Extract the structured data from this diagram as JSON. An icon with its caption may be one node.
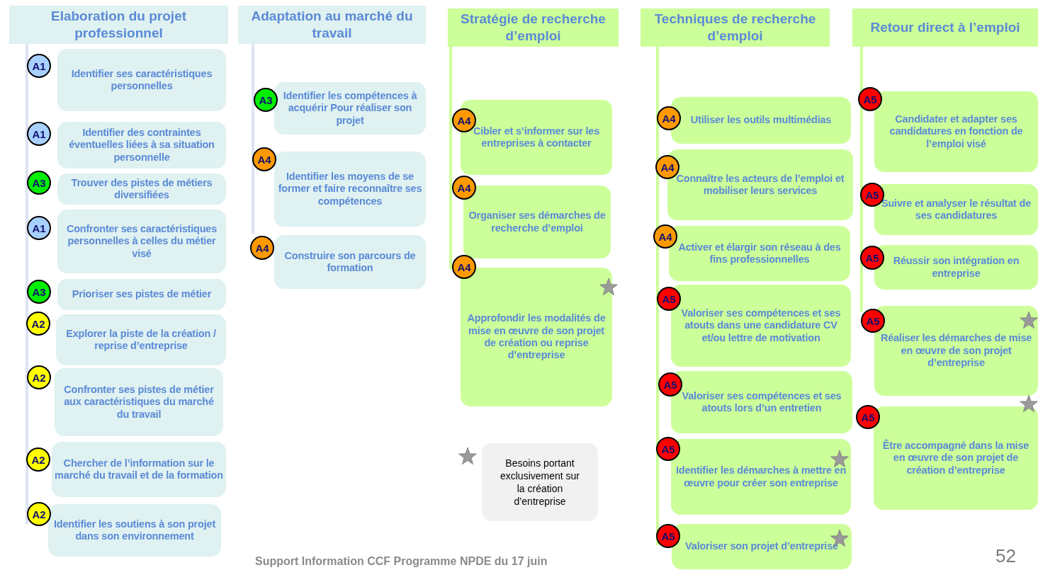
{
  "diagram": {
    "nodes": [
      {
        "text": [
          "Elaboration du projet professionnel"
        ]
      },
      {
        "text": [
          "Adaptation au marché du travail"
        ]
      },
      {
        "text": [
          "Stratégie de recherche d’emploi"
        ]
      },
      {
        "text": [
          "Techniques de recherche d’emploi"
        ]
      },
      {
        "text": [
          "Retour direct à l’emploi"
        ]
      },
      {
        "text": [
          "A1"
        ]
      },
      {
        "text": [
          "Identifier ses caractéristiques personnelles"
        ]
      },
      {
        "text": [
          "A1"
        ]
      },
      {
        "text": [
          "Identifier des contraintes éventuelles liées à sa situation personnelle"
        ]
      },
      {
        "text": [
          "A3"
        ]
      },
      {
        "text": [
          "Trouver des pistes de métiers diversifiées"
        ]
      },
      {
        "text": [
          "A1"
        ]
      },
      {
        "text": [
          "Confronter ses caractéristiques personnelles à celles du métier visé"
        ]
      },
      {
        "text": [
          "A3"
        ]
      },
      {
        "text": [
          "Prioriser ses pistes de métier"
        ]
      },
      {
        "text": [
          "A2"
        ]
      },
      {
        "text": [
          "Explorer la piste de la création / reprise d’entreprise"
        ]
      },
      {
        "text": [
          "A2"
        ]
      },
      {
        "text": [
          "Confronter ses pistes de métier aux caractéristiques du marché du travail"
        ]
      },
      {
        "text": [
          "A2"
        ]
      },
      {
        "text": [
          "Chercher de l’information sur le marché du travail et de la formation"
        ]
      },
      {
        "text": [
          "A2"
        ]
      },
      {
        "text": [
          "Identifier les soutiens à son projet dans son environnement"
        ]
      },
      {
        "text": [
          "A3"
        ]
      },
      {
        "text": [
          "Identifier les compétences à acquérir Pour réaliser son projet"
        ]
      },
      {
        "text": [
          "A4"
        ]
      },
      {
        "text": [
          "Identifier les moyens de se former et faire reconnaître ses compétences"
        ]
      },
      {
        "text": [
          "A4"
        ]
      },
      {
        "text": [
          "Construire son parcours de formation"
        ]
      },
      {
        "text": [
          "A4"
        ]
      },
      {
        "text": [
          "Cibler et s’informer sur les entreprises à contacter"
        ]
      },
      {
        "text": [
          "A4"
        ]
      },
      {
        "text": [
          "Organiser ses démarches de recherche d’emploi"
        ]
      },
      {
        "text": [
          "A4"
        ]
      },
      {
        "text": [
          "Approfondir les modalités de mise en œuvre de son projet de création ou reprise d’entreprise"
        ]
      },
      {
        "text": [
          "A4"
        ]
      },
      {
        "text": [
          "Utiliser les outils multimédias"
        ]
      },
      {
        "text": [
          "A4"
        ]
      },
      {
        "text": [
          "Connaître les acteurs de l’emploi et mobiliser leurs services"
        ]
      },
      {
        "text": [
          "A4"
        ]
      },
      {
        "text": [
          "Activer et élargir son réseau à des fins professionnelles"
        ]
      },
      {
        "text": [
          "A5"
        ]
      },
      {
        "text": [
          "Valoriser ses compétences et ses atouts dans une candidature CV et/ou lettre de motivation"
        ]
      },
      {
        "text": [
          "A5"
        ]
      },
      {
        "text": [
          "Valoriser ses compétences et ses atouts lors d’un entretien"
        ]
      },
      {
        "text": [
          "A5"
        ]
      },
      {
        "text": [
          "Identifier les démarches à mettre en œuvre pour créer son entreprise"
        ]
      },
      {
        "text": [
          "A5"
        ]
      },
      {
        "text": [
          "Valoriser son projet d’entreprise"
        ]
      },
      {
        "text": [
          "A5"
        ]
      },
      {
        "text": [
          "Candidater et adapter ses candidatures en fonction de l’emploi visé"
        ]
      },
      {
        "text": [
          "A5"
        ]
      },
      {
        "text": [
          "Suivre et analyser le résultat de ses candidatures"
        ]
      },
      {
        "text": [
          "A5"
        ]
      },
      {
        "text": [
          "Réussir son intégration en entreprise"
        ]
      },
      {
        "text": [
          "A5"
        ]
      },
      {
        "text": [
          "Réaliser les démarches de mise en œuvre de son projet d’entreprise"
        ]
      },
      {
        "text": [
          "A5"
        ]
      },
      {
        "text": [
          "Être accompagné dans la mise en œuvre de son projet de création d’entreprise"
        ]
      }
    ],
    "labels": [
      "Support Information CCF Programme NPDE du 17 juin",
      "52"
    ],
    "legend": [
      {
        "text": "Besoins portant exclusivement sur la création d’entreprise"
      }
    ]
  }
}
